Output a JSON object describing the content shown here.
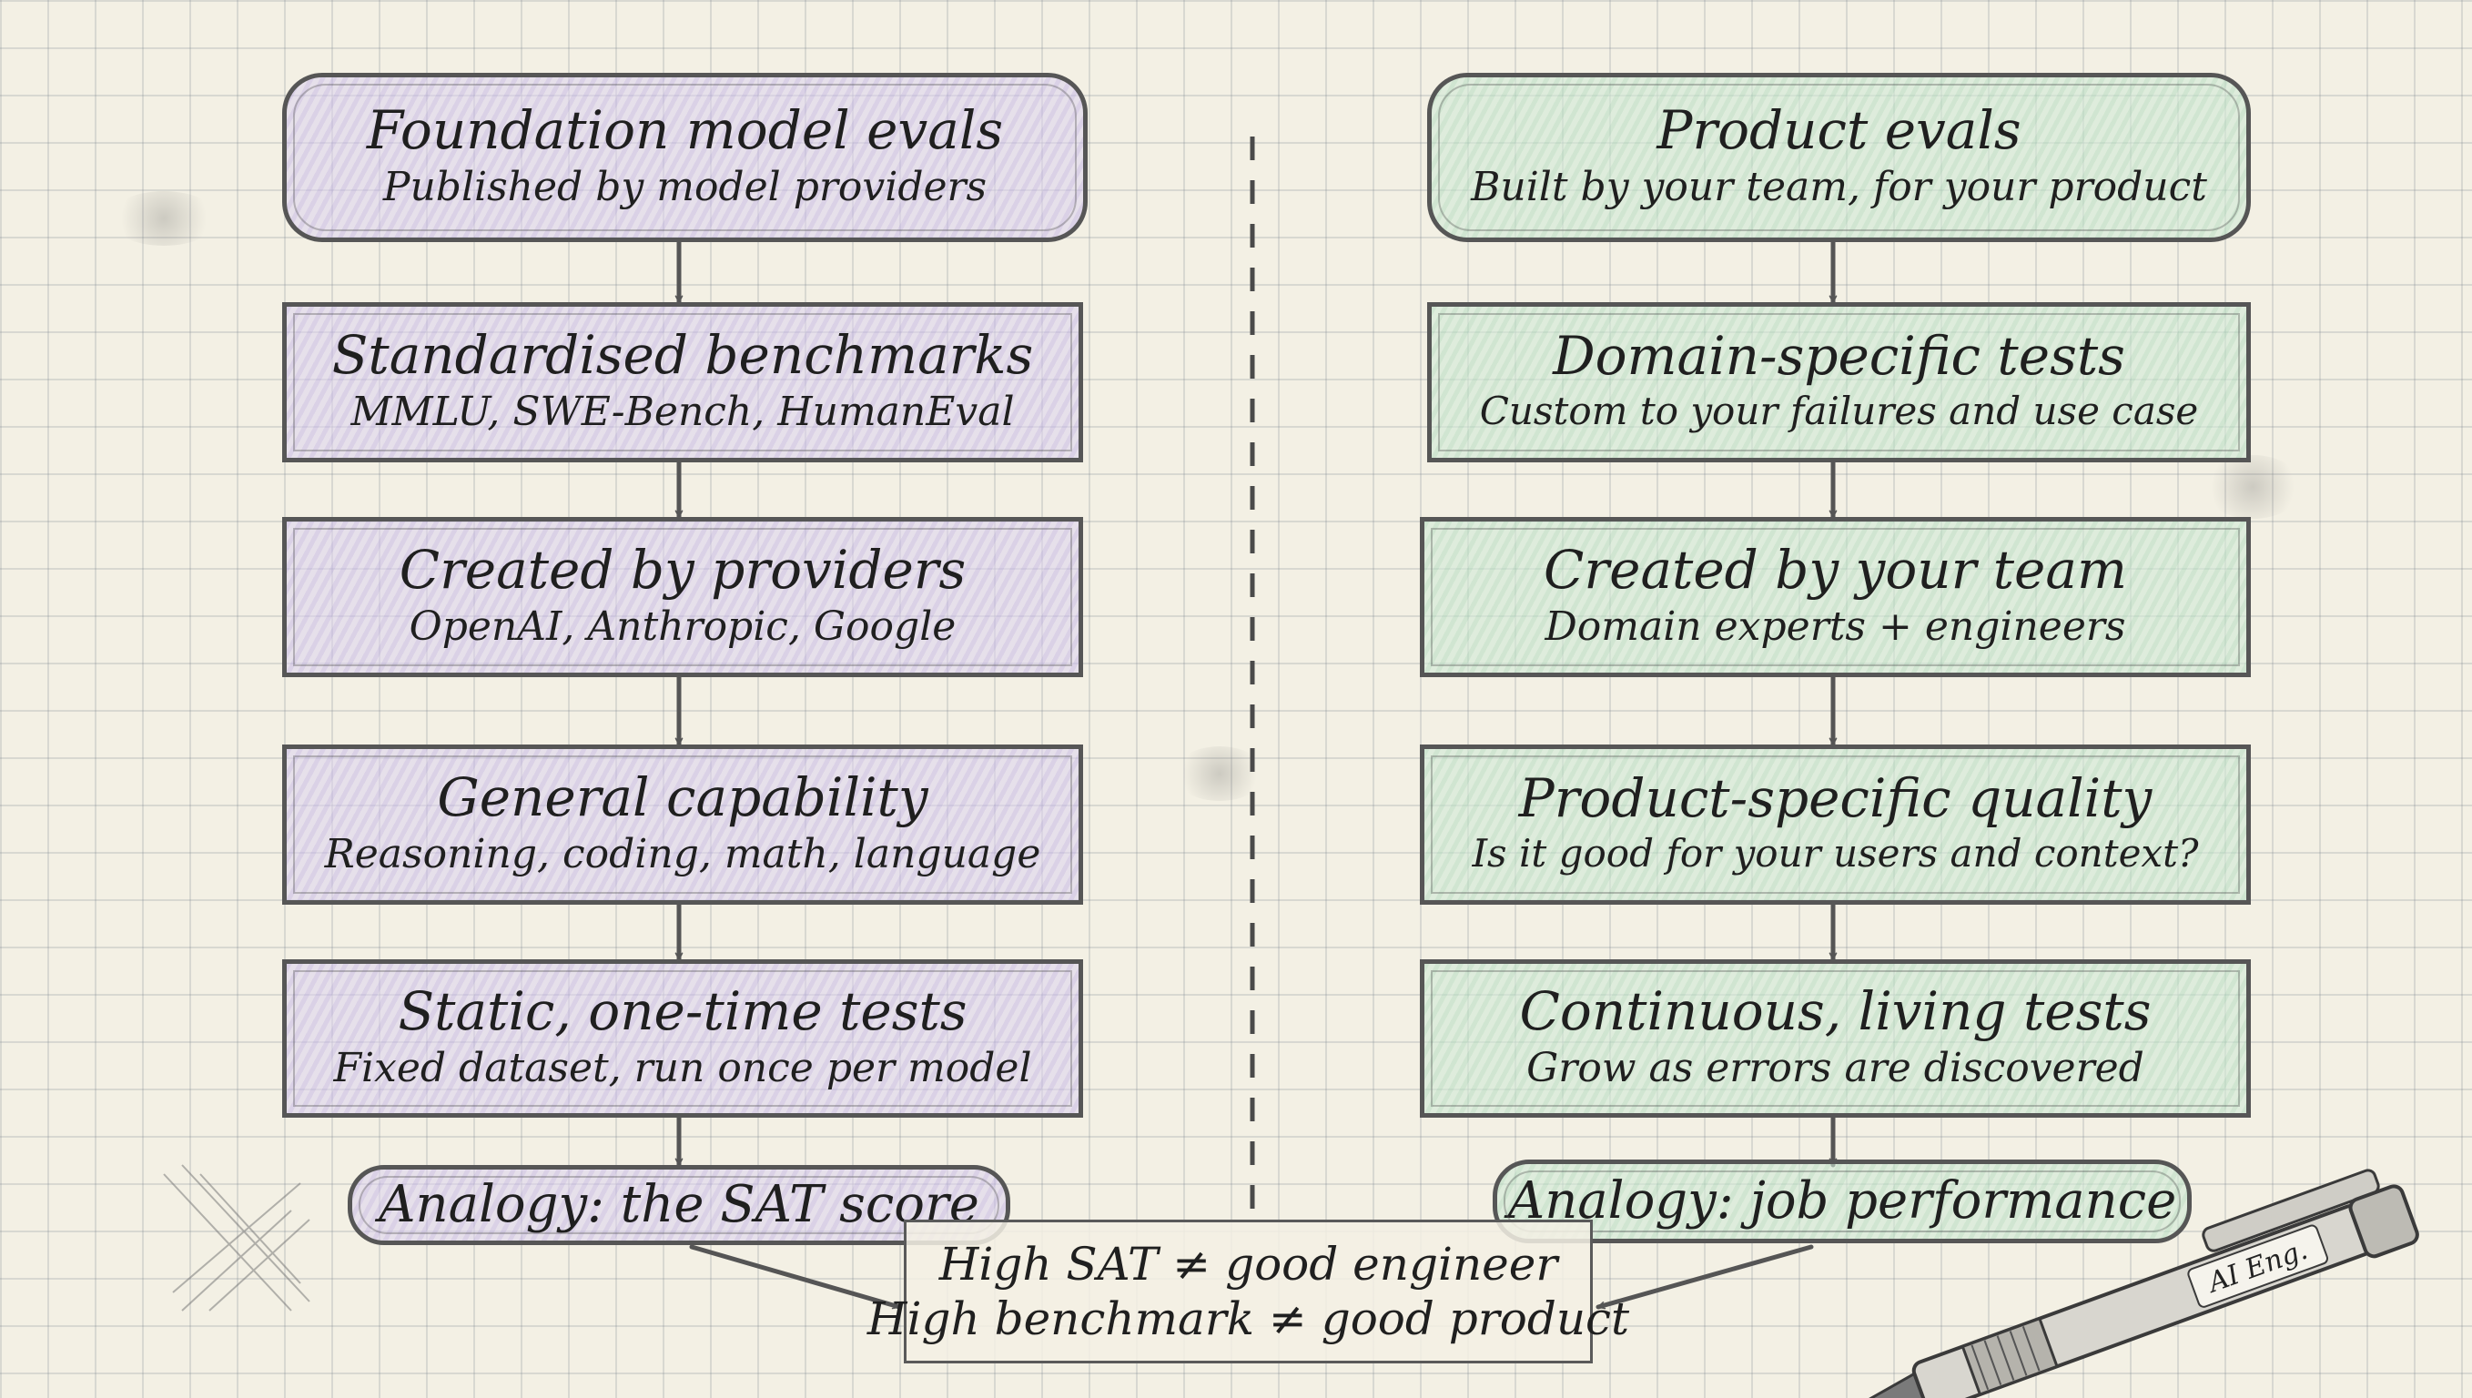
{
  "left_column": {
    "header": {
      "title": "Foundation model evals",
      "subtitle": "Published by model providers"
    },
    "steps": [
      {
        "title": "Standardised benchmarks",
        "subtitle": "MMLU, SWE-Bench, HumanEval"
      },
      {
        "title": "Created by providers",
        "subtitle": "OpenAI, Anthropic, Google"
      },
      {
        "title": "General capability",
        "subtitle": "Reasoning, coding, math, language"
      },
      {
        "title": "Static, one-time tests",
        "subtitle": "Fixed dataset, run once per model"
      }
    ],
    "analogy": "Analogy: the SAT score",
    "color": "#d9cdf0"
  },
  "right_column": {
    "header": {
      "title": "Product evals",
      "subtitle": "Built by your team, for your product"
    },
    "steps": [
      {
        "title": "Domain-specific tests",
        "subtitle": "Custom to your failures and use case"
      },
      {
        "title": "Created by your team",
        "subtitle": "Domain experts + engineers"
      },
      {
        "title": "Product-specific quality",
        "subtitle": "Is it good for your users and context?"
      },
      {
        "title": "Continuous, living tests",
        "subtitle": "Grow as errors are discovered"
      }
    ],
    "analogy": "Analogy: job performance",
    "color": "#c9e6d0"
  },
  "conclusion": {
    "line1": "High SAT ≠ good engineer",
    "line2": "High benchmark ≠ good product"
  },
  "pen": {
    "label": "AI Eng.",
    "icon": "pen-icon"
  }
}
